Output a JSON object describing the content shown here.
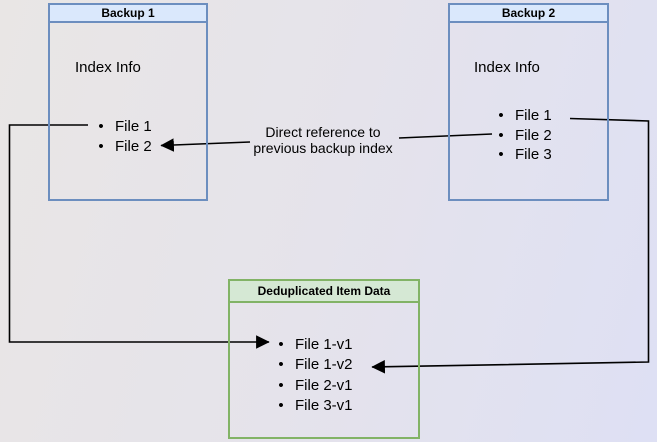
{
  "colors": {
    "blue_header_fill": "#dae8fc",
    "blue_border": "#6c8ebf",
    "green_header_fill": "#d5e8d4",
    "green_border": "#82b366",
    "arrow": "#000000",
    "background_left": "#e9e6e5",
    "background_right": "#dee0f4"
  },
  "bullet": "•",
  "backup1": {
    "title": "Backup 1",
    "section": "Index Info",
    "items": [
      "File 1",
      "File 2"
    ]
  },
  "backup2": {
    "title": "Backup 2",
    "section": "Index Info",
    "items": [
      "File 1",
      "File 2",
      "File 3"
    ]
  },
  "dedup": {
    "title": "Deduplicated Item Data",
    "items": [
      "File 1-v1",
      "File 1-v2",
      "File 2-v1",
      "File 3-v1"
    ]
  },
  "annotation": {
    "line1": "Direct reference to",
    "line2": "previous backup index"
  }
}
